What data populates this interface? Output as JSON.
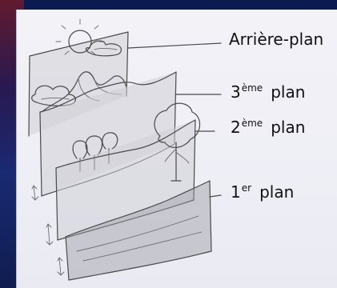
{
  "labels": {
    "arriere_plan": "Arrière-plan",
    "troisieme_num": "3",
    "troisieme_sup": "ème",
    "troisieme_word": "plan",
    "deuxieme_num": "2",
    "deuxieme_sup": "ème",
    "deuxieme_word": "plan",
    "premier_num": "1",
    "premier_sup": "er",
    "premier_word": "plan"
  },
  "colors": {
    "paper": "#efeff6",
    "pencil": "#4a4a4a",
    "background": "#0c1a4a"
  }
}
